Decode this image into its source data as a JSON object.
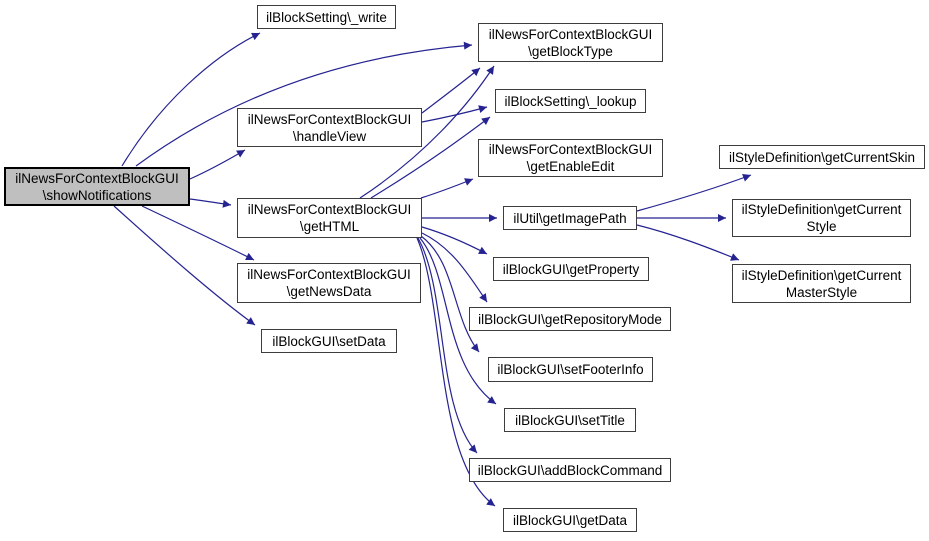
{
  "diagram": {
    "type": "call-graph",
    "edge_color": "#252390",
    "node_border_color": "#3d3d3d",
    "root_fill_color": "#bfbfbf",
    "background_color": "#ffffff"
  },
  "nodes": {
    "shownotifications": {
      "line1": "ilNewsForContextBlockGUI",
      "line2": "\\showNotifications"
    },
    "write": {
      "line1": "ilBlockSetting\\_write"
    },
    "handleview": {
      "line1": "ilNewsForContextBlockGUI",
      "line2": "\\handleView"
    },
    "gethtml": {
      "line1": "ilNewsForContextBlockGUI",
      "line2": "\\getHTML"
    },
    "getnewsdata": {
      "line1": "ilNewsForContextBlockGUI",
      "line2": "\\getNewsData"
    },
    "setdata": {
      "line1": "ilBlockGUI\\setData"
    },
    "getblocktype": {
      "line1": "ilNewsForContextBlockGUI",
      "line2": "\\getBlockType"
    },
    "lookup": {
      "line1": "ilBlockSetting\\_lookup"
    },
    "getenableedit": {
      "line1": "ilNewsForContextBlockGUI",
      "line2": "\\getEnableEdit"
    },
    "getimagepath": {
      "line1": "ilUtil\\getImagePath"
    },
    "getproperty": {
      "line1": "ilBlockGUI\\getProperty"
    },
    "getrepositorymode": {
      "line1": "ilBlockGUI\\getRepositoryMode"
    },
    "setfooterinfo": {
      "line1": "ilBlockGUI\\setFooterInfo"
    },
    "settitle": {
      "line1": "ilBlockGUI\\setTitle"
    },
    "addblockcommand": {
      "line1": "ilBlockGUI\\addBlockCommand"
    },
    "getdata": {
      "line1": "ilBlockGUI\\getData"
    },
    "getcurrentskin": {
      "line1": "ilStyleDefinition\\getCurrentSkin"
    },
    "getcurrentstyle": {
      "line1": "ilStyleDefinition\\getCurrent",
      "line2": "Style"
    },
    "getcurrentmasterstyle": {
      "line1": "ilStyleDefinition\\getCurrent",
      "line2": "MasterStyle"
    }
  },
  "edges": [
    {
      "from": "shownotifications",
      "to": "write"
    },
    {
      "from": "shownotifications",
      "to": "getblocktype"
    },
    {
      "from": "shownotifications",
      "to": "handleview"
    },
    {
      "from": "shownotifications",
      "to": "gethtml"
    },
    {
      "from": "shownotifications",
      "to": "getnewsdata"
    },
    {
      "from": "shownotifications",
      "to": "setdata"
    },
    {
      "from": "handleview",
      "to": "getblocktype"
    },
    {
      "from": "handleview",
      "to": "lookup"
    },
    {
      "from": "gethtml",
      "to": "getblocktype"
    },
    {
      "from": "gethtml",
      "to": "lookup"
    },
    {
      "from": "gethtml",
      "to": "getenableedit"
    },
    {
      "from": "gethtml",
      "to": "getimagepath"
    },
    {
      "from": "gethtml",
      "to": "getproperty"
    },
    {
      "from": "gethtml",
      "to": "getrepositorymode"
    },
    {
      "from": "gethtml",
      "to": "setfooterinfo"
    },
    {
      "from": "gethtml",
      "to": "settitle"
    },
    {
      "from": "gethtml",
      "to": "addblockcommand"
    },
    {
      "from": "gethtml",
      "to": "getdata"
    },
    {
      "from": "getimagepath",
      "to": "getcurrentskin"
    },
    {
      "from": "getimagepath",
      "to": "getcurrentstyle"
    },
    {
      "from": "getimagepath",
      "to": "getcurrentmasterstyle"
    }
  ]
}
